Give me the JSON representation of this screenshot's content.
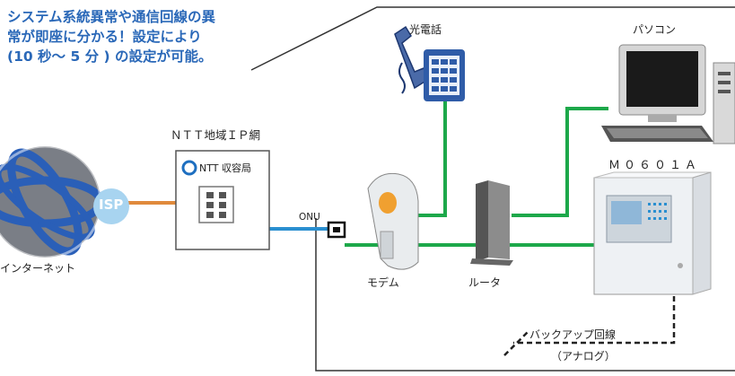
{
  "header": {
    "line1": "システム系統異常や通信回線の異",
    "line2": "常が即座に分かる！設定により",
    "line3": "(10 秒～ 5 分 ) の設定が可能。"
  },
  "labels": {
    "ntt_network": "ＮＴＴ地域ＩＰ網",
    "ntt_office": "NTT 収容局",
    "isp": "ISP",
    "internet": "インターネット",
    "onu": "ONU",
    "optical_phone": "光電話",
    "pc": "パソコン",
    "device_model": "Ｍ０６０１Ａ",
    "modem": "モデム",
    "router": "ルータ",
    "backup_line": "バックアップ回線",
    "analog": "（アナログ）"
  },
  "colors": {
    "header_text": "#2a68b8",
    "lan_line": "#1da84a",
    "isp_line": "#e08a3c",
    "onu_line": "#2a8fd0",
    "house_outline": "#333333",
    "isp_badge": "#a8d4f0",
    "ntt_logo": "#1e6fc0"
  },
  "icons": [
    "internet-globe-icon",
    "ntt-building-icon",
    "phone-icon",
    "pc-icon",
    "modem-icon",
    "router-icon",
    "control-panel-icon",
    "onu-port-icon"
  ]
}
